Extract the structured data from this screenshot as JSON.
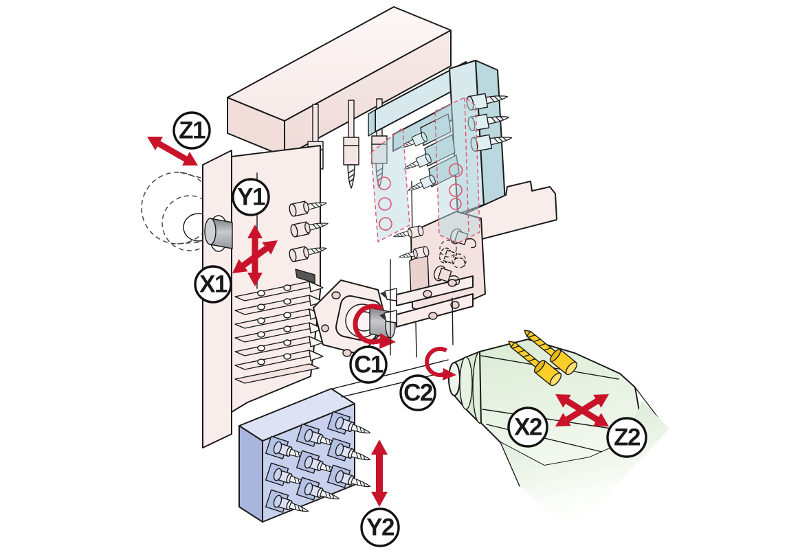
{
  "diagram": {
    "kind": "machine-tool-axis-diagram",
    "labels": {
      "z1": "Z1",
      "y1": "Y1",
      "x1": "X1",
      "c1": "C1",
      "c2": "C2",
      "x2": "X2",
      "z2": "Z2",
      "y2": "Y2"
    },
    "axes": [
      {
        "label": "Z1",
        "motion": "linear",
        "arrow": "double-headed-diagonal"
      },
      {
        "label": "Y1",
        "motion": "linear",
        "arrow": "double-headed-vertical-cross"
      },
      {
        "label": "X1",
        "motion": "linear",
        "arrow": "double-headed-diagonal-cross"
      },
      {
        "label": "C1",
        "motion": "rotary",
        "arrow": "curved-rotation"
      },
      {
        "label": "C2",
        "motion": "rotary",
        "arrow": "curved-rotation"
      },
      {
        "label": "X2",
        "motion": "linear",
        "arrow": "double-headed-diagonal-cross"
      },
      {
        "label": "Z2",
        "motion": "linear",
        "arrow": "double-headed-diagonal-cross"
      },
      {
        "label": "Y2",
        "motion": "linear",
        "arrow": "double-headed-vertical"
      }
    ],
    "colors": {
      "arrow_red": "#c9132b",
      "outline": "#1a1a1a",
      "pink_light": "#f8edeb",
      "pink_mid": "#f3e2df",
      "pink_dark": "#ead2ce",
      "cyan_light": "#d7e9ec",
      "cyan_mid": "#bad8dd",
      "cyan_dark": "#a3c9d1",
      "ghost_fill": "rgba(186,218,224,0.5)",
      "ghost_red": "#e0506e",
      "green_light": "#e4f0df",
      "green_mid": "#d3e6cd",
      "blue_light": "#dde2f4",
      "blue_mid": "#c7d0ec",
      "blue_dark": "#aab5dd",
      "yellow": "#fbce2a",
      "metal_gray": "#a9aaae"
    }
  }
}
